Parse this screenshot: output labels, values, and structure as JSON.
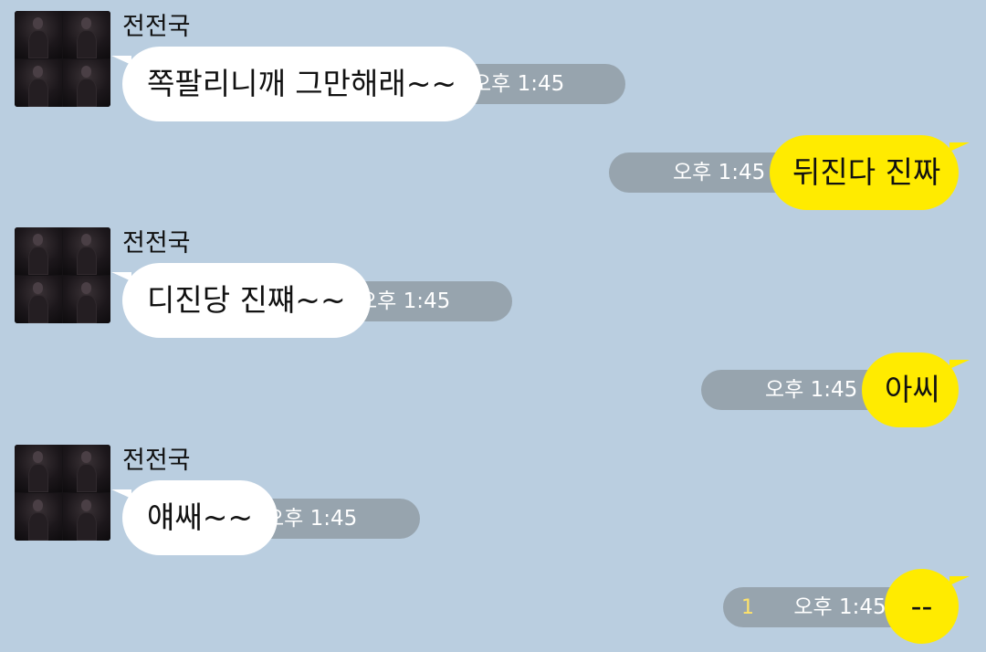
{
  "conversation": {
    "sender": "전전국",
    "messages": [
      {
        "side": "in",
        "text": "쪽팔리니깨 그만해래~~",
        "time": "오후 1:45"
      },
      {
        "side": "out",
        "text": "뒤진다 진짜",
        "time": "오후 1:45"
      },
      {
        "side": "in",
        "text": "디진당 진쨰~~",
        "time": "오후 1:45"
      },
      {
        "side": "out",
        "text": "아씨",
        "time": "오후 1:45"
      },
      {
        "side": "in",
        "text": "얘쌔~~",
        "time": "오후 1:45"
      },
      {
        "side": "out",
        "text": "--",
        "time": "오후 1:45",
        "unread": "1"
      }
    ]
  },
  "colors": {
    "background": "#bacee0",
    "incoming_bubble": "#ffffff",
    "outgoing_bubble": "#ffeb00",
    "time_pill": "#97a4ae",
    "unread_count": "#ffe36a"
  },
  "icons": {
    "avatar": "profile-photo"
  }
}
